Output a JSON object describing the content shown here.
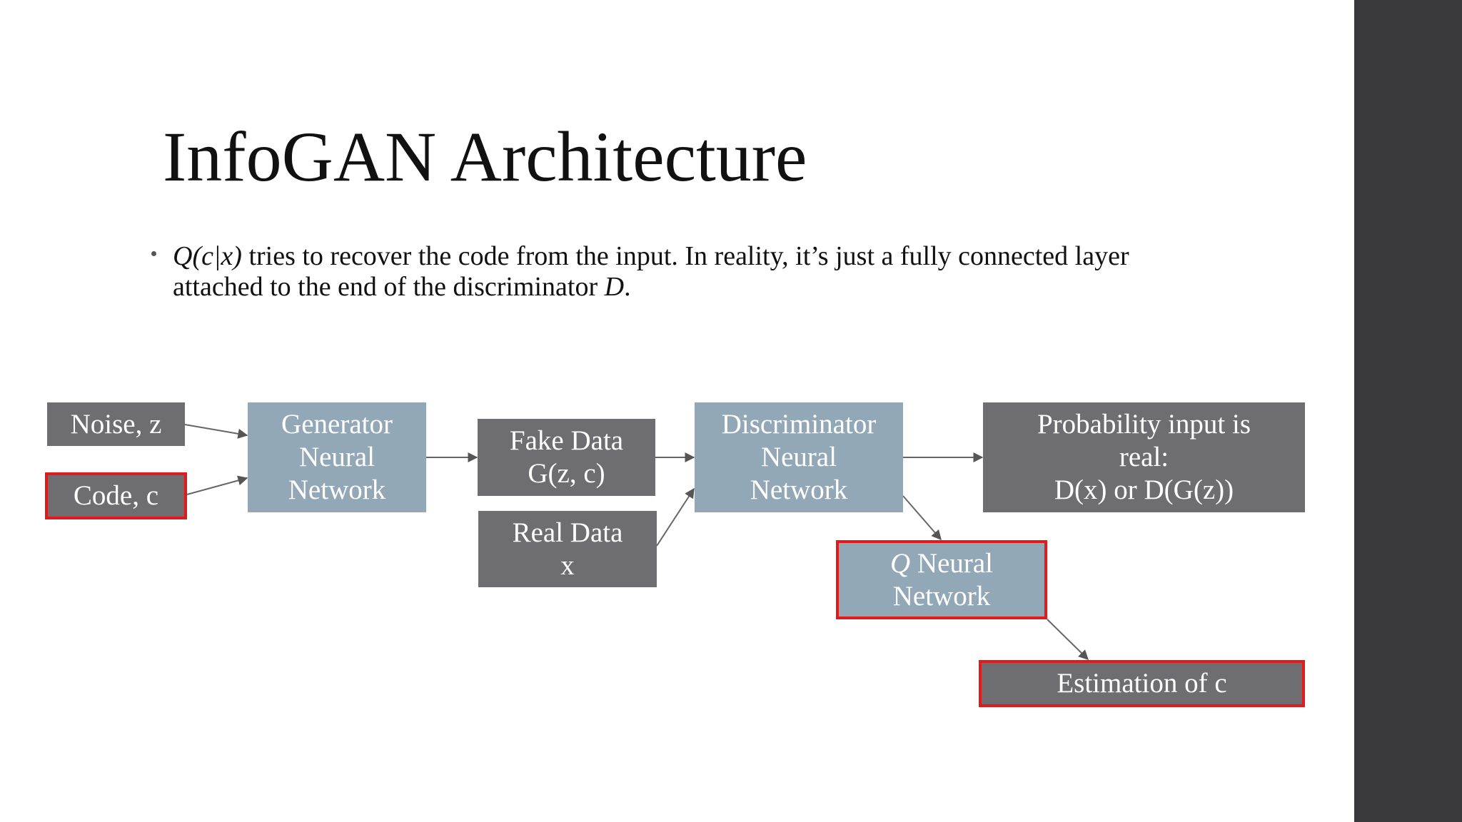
{
  "slide": {
    "title": "InfoGAN Architecture",
    "bullet": {
      "q_term": "Q(c|x)",
      "text_1": " tries to recover the code from the input.  In reality, it’s just a fully connected layer attached to the end of the discriminator ",
      "d_term": "D",
      "text_2": "."
    }
  },
  "diagram": {
    "noise": "Noise, z",
    "code": "Code, c",
    "generator": [
      "Generator",
      "Neural",
      "Network"
    ],
    "fake_data": [
      "Fake Data",
      "G(z, c)"
    ],
    "real_data": [
      "Real Data",
      "x"
    ],
    "discriminator": [
      "Discriminator",
      "Neural",
      "Network"
    ],
    "probability": [
      "Probability input is",
      "real:",
      "D(x) or D(G(z))"
    ],
    "q_network": {
      "q": "Q",
      "line1_rest": " Neural",
      "line2": "Network"
    },
    "estimation": "Estimation of c"
  },
  "colors": {
    "dark_box": "#6e6e72",
    "blue_box": "#93a8b7",
    "highlight_border": "#e01b1b",
    "sidebar": "#3a3a3c"
  }
}
